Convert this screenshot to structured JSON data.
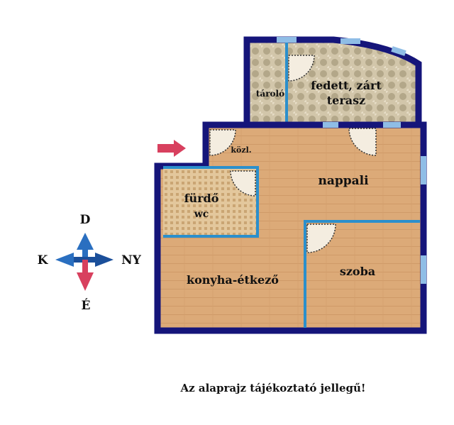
{
  "rooms": {
    "storage": "tároló",
    "terrace_line1": "fedett, zárt",
    "terrace_line2": "terasz",
    "hall": "közl.",
    "living": "nappali",
    "bath": "fürdő",
    "wc": "wc",
    "kitchen": "konyha-étkező",
    "room": "szoba"
  },
  "compass": {
    "north": "D",
    "west": "K",
    "east": "NY",
    "south": "É"
  },
  "footer": "Az alaprajz tájékoztató jellegű!",
  "colors": {
    "outer_wall": "#15157a",
    "inner_wall": "#2b8fcc",
    "floor_wood": "#dca775",
    "tile": "#cdbf9e",
    "entrance_arrow": "#d8405e"
  }
}
